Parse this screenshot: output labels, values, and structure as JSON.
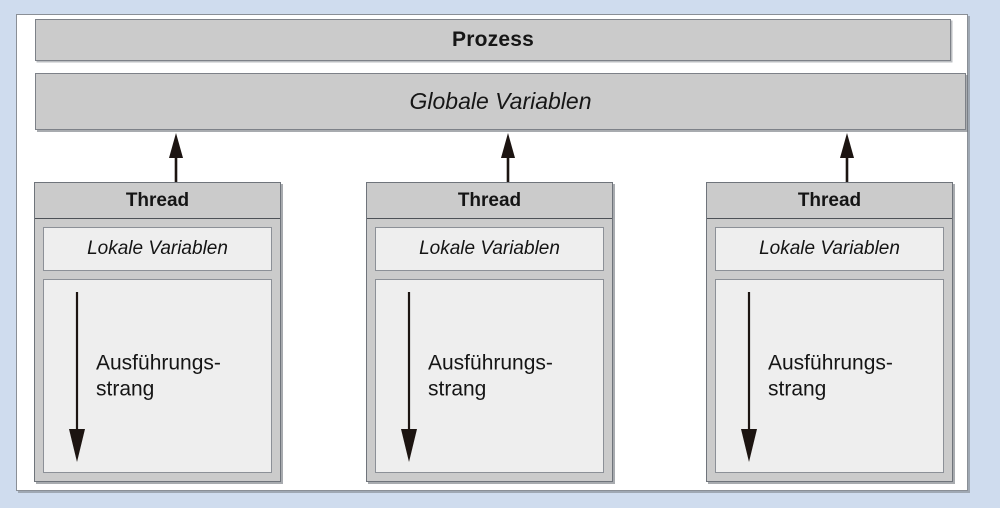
{
  "diagram": {
    "title": "Prozess",
    "global_variables_label": "Globale Variablen",
    "colors": {
      "canvas_background": "#cfdcee",
      "frame_background": "#ffffff",
      "bar_fill": "#cbcbcb",
      "inner_panel_fill": "#eeeeee",
      "border": "#7d8188",
      "text": "#161616",
      "arrow": "#1c1411"
    },
    "threads": [
      {
        "header": "Thread",
        "local_variables_label": "Lokale Variablen",
        "execution_label": "Ausführungs-\nstrang",
        "arrow_icon": "arrow-up-icon",
        "execution_arrow_icon": "arrow-down-icon"
      },
      {
        "header": "Thread",
        "local_variables_label": "Lokale Variablen",
        "execution_label": "Ausführungs-\nstrang",
        "arrow_icon": "arrow-up-icon",
        "execution_arrow_icon": "arrow-down-icon"
      },
      {
        "header": "Thread",
        "local_variables_label": "Lokale Variablen",
        "execution_label": "Ausführungs-\nstrang",
        "arrow_icon": "arrow-up-icon",
        "execution_arrow_icon": "arrow-down-icon"
      }
    ]
  }
}
